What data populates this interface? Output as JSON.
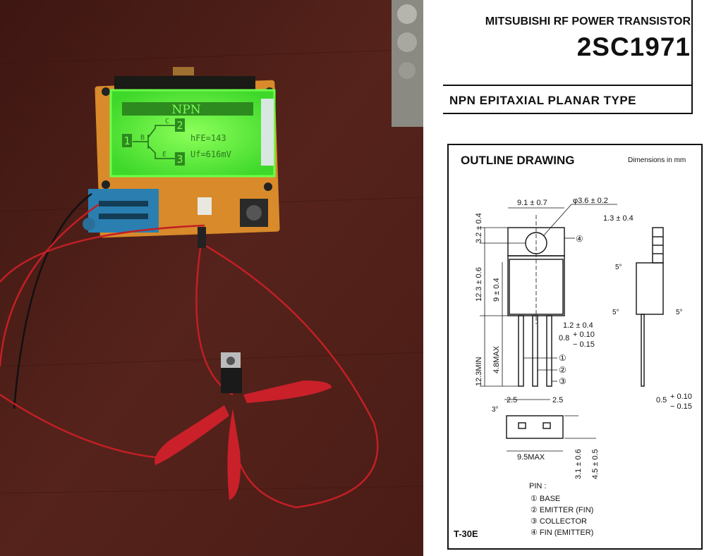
{
  "photo": {
    "lcd": {
      "type_label": "NPN",
      "pin_base": "1",
      "pin_collector": "2",
      "pin_emitter": "3",
      "label_b": "B",
      "label_c": "C",
      "label_e": "E",
      "hfe": "hFE=143",
      "uf": "Uf=616mV"
    },
    "colors": {
      "wood": "#4b1d17",
      "pcb": "#d98a2a",
      "lcd": "#5bf23a",
      "socket": "#2a7fb0",
      "wire": "#d0202a"
    }
  },
  "datasheet": {
    "manufacturer_line": "MITSUBISHI RF POWER TRANSISTOR",
    "part_number": "2SC1971",
    "type_line": "NPN EPITAXIAL PLANAR TYPE",
    "drawing_title": "OUTLINE DRAWING",
    "units_note": "Dimensions in mm",
    "dims": {
      "width": "9.1 ± 0.7",
      "hole": "φ3.6 ± 0.2",
      "thickness": "1.3 ± 0.4",
      "top": "3.2 ± 0.4",
      "body_height": "12.3 ± 0.6",
      "case_height": "9 ± 0.4",
      "lead_min": "12.3MIN",
      "lead_max": "4.8MAX",
      "lead_w1": "1.2 ± 0.4",
      "lead_w2": "0.8",
      "lead_w2_tol_plus": "+ 0.10",
      "lead_w2_tol_minus": "− 0.15",
      "pitch_left": "2.5",
      "pitch_right": "2.5",
      "angle": "3°",
      "angle5a": "5°",
      "angle5b": "5°",
      "angle5c": "5°",
      "lead_t": "0.5",
      "lead_t_plus": "+ 0.10",
      "lead_t_minus": "− 0.15",
      "bottom_width": "9.5MAX",
      "bottom_h1": "3.1 ± 0.6",
      "bottom_h2": "4.5 ± 0.5",
      "callout1": "①",
      "callout2": "②",
      "callout3": "③",
      "callout4": "④"
    },
    "pin_title": "PIN :",
    "pins": [
      "① BASE",
      "② EMITTER (FIN)",
      "③ COLLECTOR",
      "④ FIN (EMITTER)"
    ],
    "package": "T-30E"
  }
}
